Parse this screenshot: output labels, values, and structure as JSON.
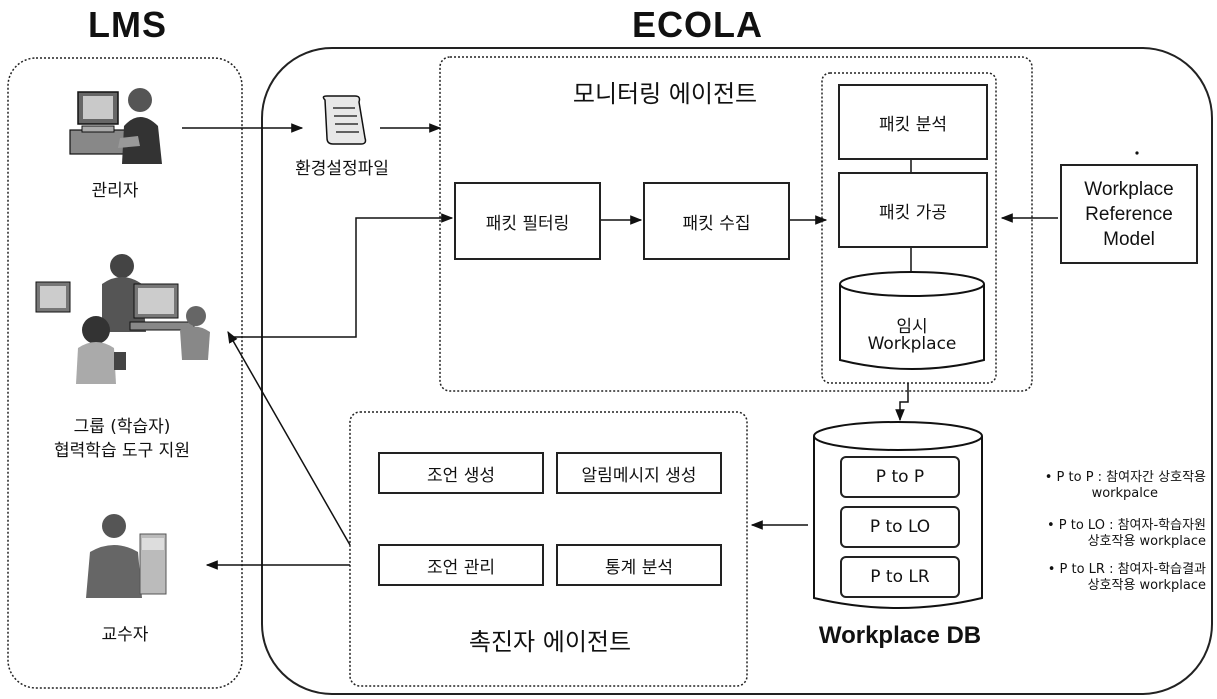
{
  "titles": {
    "lms": "LMS",
    "ecola": "ECOLA"
  },
  "actors": {
    "admin": "관리자",
    "group_line1": "그룹 (학습자)",
    "group_line2": "협력학습 도구 지원",
    "teacher": "교수자"
  },
  "config_file": "환경설정파일",
  "monitoring": {
    "title": "모니터링 에이전트",
    "packet_filter": "패킷 필터링",
    "packet_collect": "패킷 수집",
    "packet_analysis": "패킷 분석",
    "packet_process": "패킷 가공",
    "temp_line1": "임시",
    "temp_line2": "Workplace"
  },
  "reference_model": {
    "line1": "Workplace",
    "line2": "Reference",
    "line3": "Model"
  },
  "facilitator": {
    "title": "촉진자 에이전트",
    "advice_gen": "조언 생성",
    "alert_gen": "알림메시지 생성",
    "advice_mgmt": "조언 관리",
    "stats": "통계 분석"
  },
  "workplace_db": {
    "label": "Workplace DB",
    "items": [
      "P to P",
      "P to LO",
      "P to LR"
    ]
  },
  "notes": [
    {
      "line1": "• P to P : 참여자간 상호작용",
      "line2": "workpalce"
    },
    {
      "line1": "• P to LO : 참여자-학습자원",
      "line2": "상호작용 workplace"
    },
    {
      "line1": "• P to LR : 참여자-학습결과",
      "line2": "상호작용 workplace"
    }
  ]
}
